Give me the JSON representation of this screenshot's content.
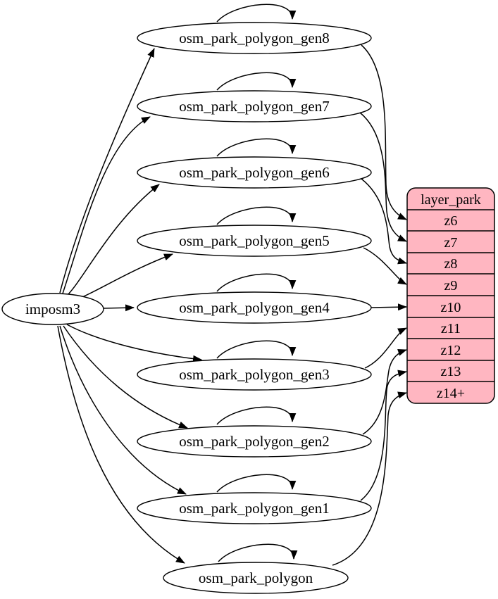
{
  "colors": {
    "background": "#ffffff",
    "edge": "#000000",
    "node_fill": "#ffffff",
    "node_stroke": "#000000",
    "layer_fill": "#ffb6c1",
    "text": "#000000"
  },
  "nodes": {
    "source": "imposm3",
    "tables": [
      "osm_park_polygon_gen8",
      "osm_park_polygon_gen7",
      "osm_park_polygon_gen6",
      "osm_park_polygon_gen5",
      "osm_park_polygon_gen4",
      "osm_park_polygon_gen3",
      "osm_park_polygon_gen2",
      "osm_park_polygon_gen1",
      "osm_park_polygon"
    ]
  },
  "layer": {
    "title": "layer_park",
    "rows": [
      "z6",
      "z7",
      "z8",
      "z9",
      "z10",
      "z11",
      "z12",
      "z13",
      "z14+"
    ]
  },
  "edges": [
    {
      "from": "imposm3",
      "to": "osm_park_polygon_gen8"
    },
    {
      "from": "imposm3",
      "to": "osm_park_polygon_gen7"
    },
    {
      "from": "imposm3",
      "to": "osm_park_polygon_gen6"
    },
    {
      "from": "imposm3",
      "to": "osm_park_polygon_gen5"
    },
    {
      "from": "imposm3",
      "to": "osm_park_polygon_gen4"
    },
    {
      "from": "imposm3",
      "to": "osm_park_polygon_gen3"
    },
    {
      "from": "imposm3",
      "to": "osm_park_polygon_gen2"
    },
    {
      "from": "imposm3",
      "to": "osm_park_polygon_gen1"
    },
    {
      "from": "imposm3",
      "to": "osm_park_polygon"
    },
    {
      "from": "osm_park_polygon_gen8",
      "to": "osm_park_polygon_gen8",
      "type": "self-loop"
    },
    {
      "from": "osm_park_polygon_gen7",
      "to": "osm_park_polygon_gen7",
      "type": "self-loop"
    },
    {
      "from": "osm_park_polygon_gen6",
      "to": "osm_park_polygon_gen6",
      "type": "self-loop"
    },
    {
      "from": "osm_park_polygon_gen5",
      "to": "osm_park_polygon_gen5",
      "type": "self-loop"
    },
    {
      "from": "osm_park_polygon_gen4",
      "to": "osm_park_polygon_gen4",
      "type": "self-loop"
    },
    {
      "from": "osm_park_polygon_gen3",
      "to": "osm_park_polygon_gen3",
      "type": "self-loop"
    },
    {
      "from": "osm_park_polygon_gen2",
      "to": "osm_park_polygon_gen2",
      "type": "self-loop"
    },
    {
      "from": "osm_park_polygon_gen1",
      "to": "osm_park_polygon_gen1",
      "type": "self-loop"
    },
    {
      "from": "osm_park_polygon",
      "to": "osm_park_polygon",
      "type": "self-loop"
    },
    {
      "from": "osm_park_polygon_gen8",
      "to": "layer_park.z6"
    },
    {
      "from": "osm_park_polygon_gen7",
      "to": "layer_park.z7"
    },
    {
      "from": "osm_park_polygon_gen6",
      "to": "layer_park.z8"
    },
    {
      "from": "osm_park_polygon_gen5",
      "to": "layer_park.z9"
    },
    {
      "from": "osm_park_polygon_gen4",
      "to": "layer_park.z10"
    },
    {
      "from": "osm_park_polygon_gen3",
      "to": "layer_park.z11"
    },
    {
      "from": "osm_park_polygon_gen2",
      "to": "layer_park.z12"
    },
    {
      "from": "osm_park_polygon_gen1",
      "to": "layer_park.z13"
    },
    {
      "from": "osm_park_polygon",
      "to": "layer_park.z14+"
    }
  ]
}
